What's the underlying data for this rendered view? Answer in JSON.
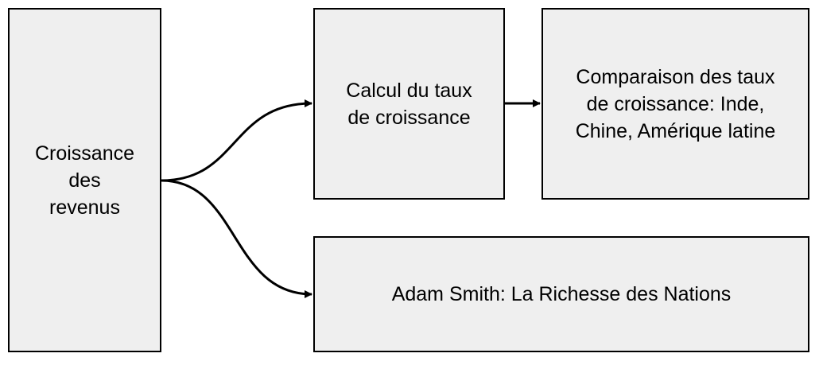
{
  "nodes": {
    "root": "Croissance\ndes\nrevenus",
    "calc": "Calcul du taux\nde croissance",
    "comp": "Comparaison des taux\nde croissance: Inde,\nChine, Amérique latine",
    "smith": "Adam Smith: La Richesse des Nations"
  },
  "colors": {
    "node_fill": "#efefef",
    "stroke": "#000000"
  },
  "edges": [
    {
      "from": "root",
      "to": "calc"
    },
    {
      "from": "calc",
      "to": "comp"
    },
    {
      "from": "root",
      "to": "smith"
    }
  ]
}
